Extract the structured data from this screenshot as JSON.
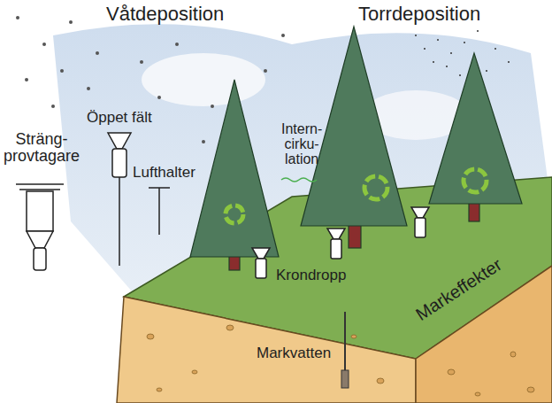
{
  "diagram": {
    "labels": [
      "Våtdeposition",
      "Torrdeposition",
      "Sträng- provtagare",
      "Öppet fält",
      "Lufthalter",
      "Intern- cirku- lation",
      "Krondropp",
      "Markvatten",
      "Markeffekter"
    ]
  }
}
